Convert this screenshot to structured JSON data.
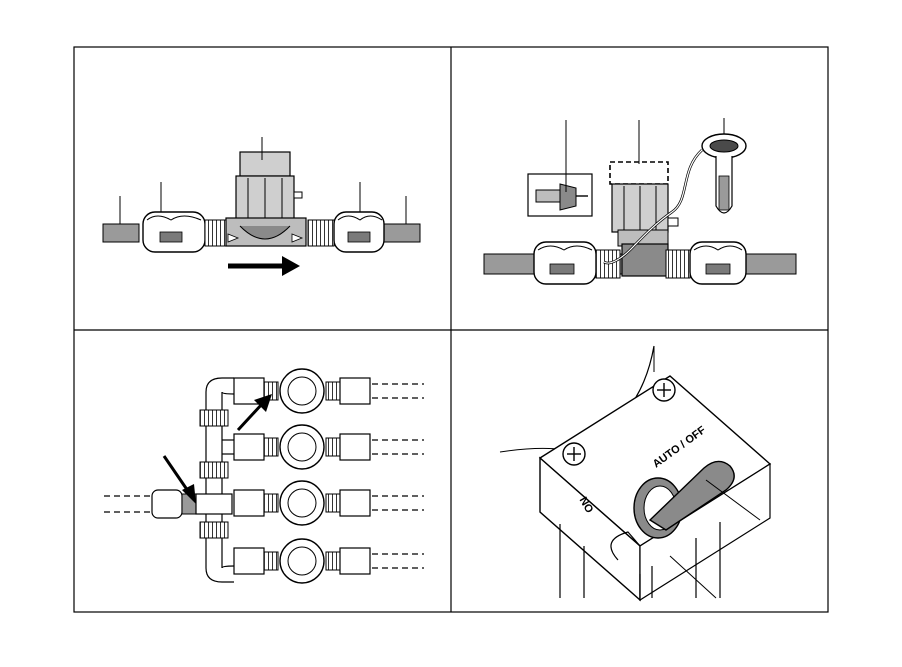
{
  "figure": {
    "panels": [
      {
        "id": "panel-1",
        "description_visible_text": ""
      },
      {
        "id": "panel-2",
        "description_visible_text": ""
      },
      {
        "id": "panel-3",
        "description_visible_text": ""
      },
      {
        "id": "panel-4",
        "description_visible_text": ""
      }
    ],
    "switch_labels": {
      "auto_off": "AUTO / OFF",
      "on": "ON"
    },
    "colors": {
      "line": "#000000",
      "gray": "#9a9a9a",
      "light_gray": "#cfcfcf",
      "dark_gray": "#6e6e6e"
    }
  }
}
